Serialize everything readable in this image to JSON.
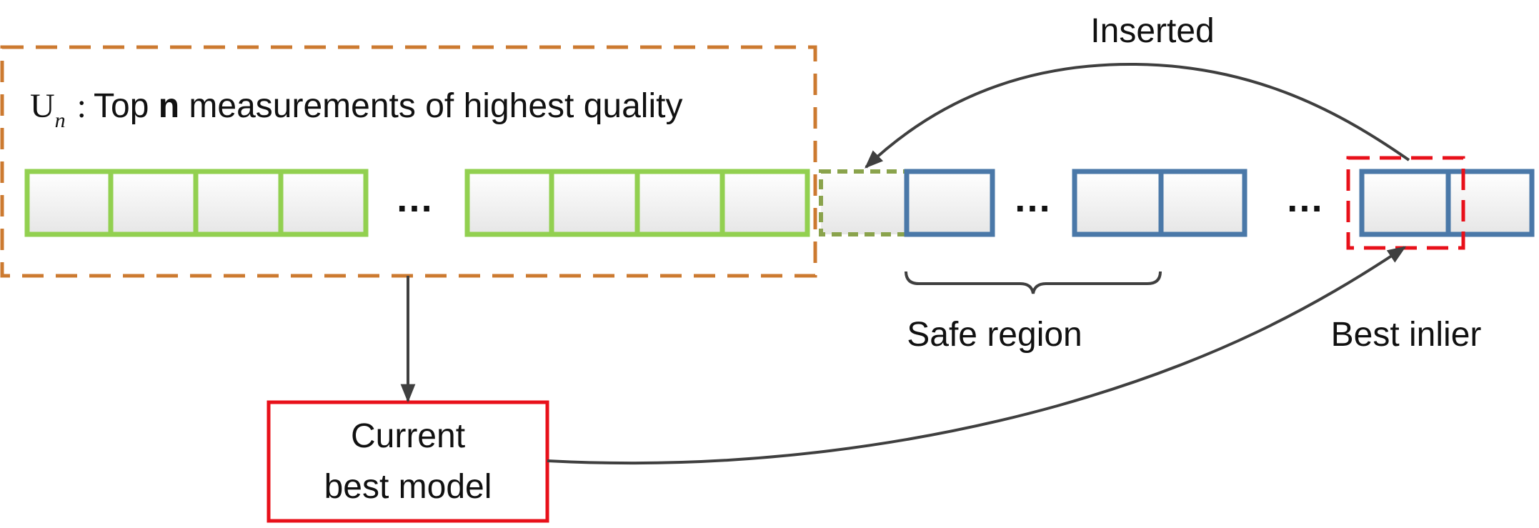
{
  "u_set": {
    "symbol": "U",
    "subscript": "n",
    "colon": ":",
    "prefix": "Top ",
    "bold_word": "n",
    "suffix": " measurements of highest quality"
  },
  "ellipsis": "…",
  "labels": {
    "inserted": "Inserted",
    "safe_region": "Safe region",
    "best_inlier": "Best inlier",
    "model_line1": "Current",
    "model_line2": "best model"
  },
  "colors": {
    "green_cells": "#92d050",
    "blue_cells": "#4a78a8",
    "orange_dash": "#cc7a30",
    "olive_dot": "#8aa34c",
    "red": "#e8101a",
    "arrow": "#3f3f3f"
  }
}
